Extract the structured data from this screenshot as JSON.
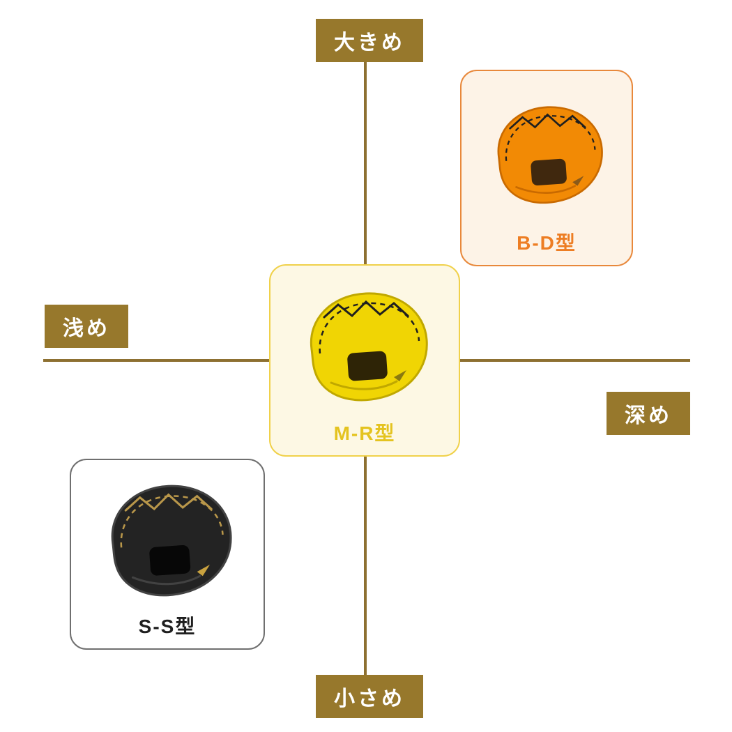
{
  "axes": {
    "line_color": "#8d7031",
    "badge_bg": "#97782c",
    "badge_text_color": "#ffffff",
    "top_label": "大きめ",
    "bottom_label": "小さめ",
    "left_label": "浅め",
    "right_label": "深め"
  },
  "cards": [
    {
      "id": "B-D",
      "label": "B-D型",
      "border_color": "#e8883b",
      "bg": "#fdf3e7",
      "label_color": "#ed7d23",
      "glove": {
        "body": "#f28a05",
        "shade": "#c96a00",
        "lace": "#1f1f1f",
        "hole": "#40280e",
        "logo": "#8a5a1a"
      }
    },
    {
      "id": "M-R",
      "label": "M-R型",
      "border_color": "#f0d14a",
      "bg": "#fdf8e4",
      "label_color": "#e4c31f",
      "glove": {
        "body": "#f0d504",
        "shade": "#c0a800",
        "lace": "#1f1f1f",
        "hole": "#2e2406",
        "logo": "#8a7a10"
      }
    },
    {
      "id": "S-S",
      "label": "S-S型",
      "border_color": "#6f6f6f",
      "bg": "#ffffff",
      "label_color": "#1f1f1f",
      "glove": {
        "body": "#232323",
        "shade": "#424242",
        "lace": "#b9974a",
        "hole": "#070707",
        "logo": "#c9a23f"
      }
    }
  ]
}
